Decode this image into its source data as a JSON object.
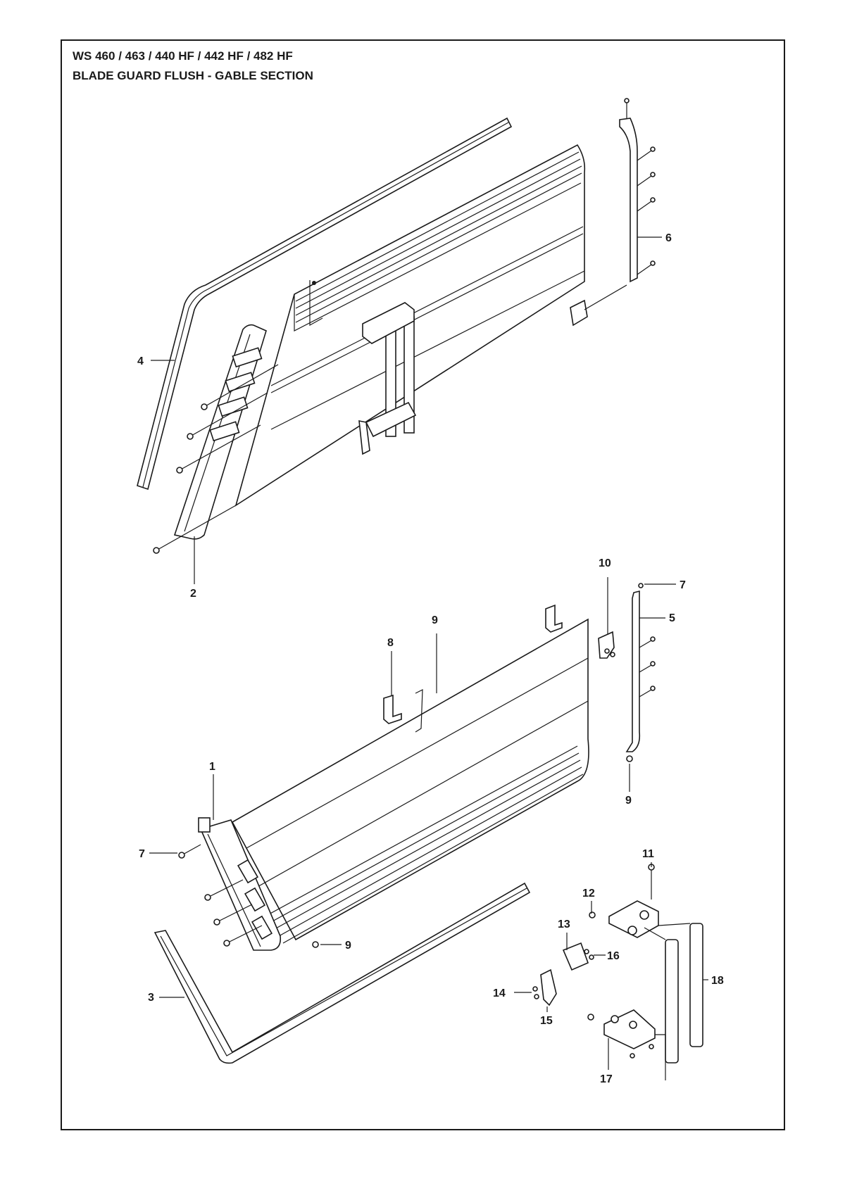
{
  "header": {
    "model_line": "WS 460 / 463 / 440 HF / 442 HF / 482 HF",
    "section_title": "BLADE GUARD FLUSH - GABLE SECTION"
  },
  "callouts": {
    "c1": "1",
    "c2": "2",
    "c3": "3",
    "c4": "4",
    "c5": "5",
    "c6": "6",
    "c7a": "7",
    "c7b": "7",
    "c8": "8",
    "c9a": "9",
    "c9b": "9",
    "c9c": "9",
    "c10": "10",
    "c11": "11",
    "c12": "12",
    "c13": "13",
    "c14": "14",
    "c15": "15",
    "c16": "16",
    "c17": "17",
    "c18": "18"
  }
}
